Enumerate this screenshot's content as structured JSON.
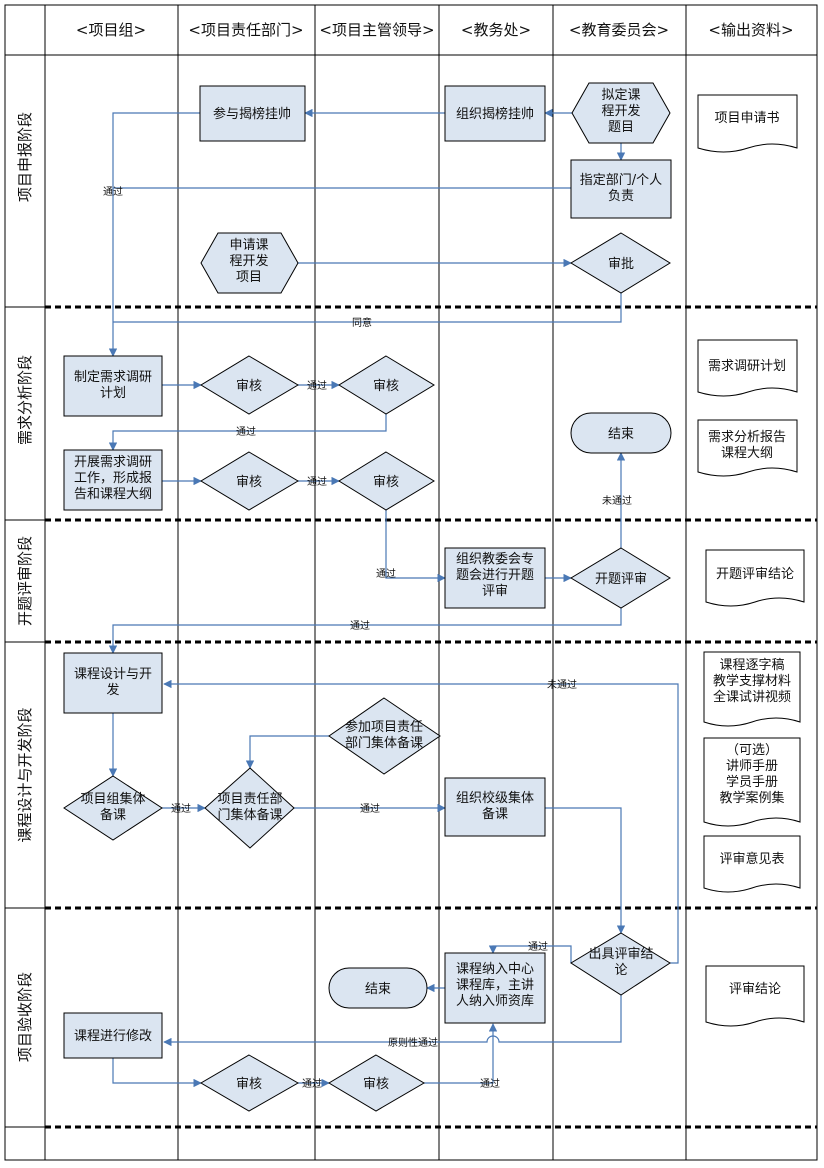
{
  "header": {
    "columns": [
      "<项目组>",
      "<项目责任部门>",
      "<项目主管领导>",
      "<教务处>",
      "<教育委员会>",
      "<输出资料>"
    ]
  },
  "stages": [
    "项目申报阶段",
    "需求分析阶段",
    "开题评审阶段",
    "课程设计与开发阶段",
    "项目验收阶段"
  ],
  "nodes": {
    "n_draft": [
      "拟定课",
      "程开发",
      "题目"
    ],
    "n_org_bid": [
      "组织揭榜挂帅"
    ],
    "n_join_bid": [
      "参与揭榜挂帅"
    ],
    "n_assign": [
      "指定部门/个人",
      "负责"
    ],
    "n_apply": [
      "申请课",
      "程开发",
      "项目"
    ],
    "n_approve": [
      "审批"
    ],
    "n_plan": [
      "制定需求调研",
      "计划"
    ],
    "n_rev1": [
      "审核"
    ],
    "n_rev2": [
      "审核"
    ],
    "n_end1": [
      "结束"
    ],
    "n_research": [
      "开展需求调研",
      "工作，形成报",
      "告和课程大纲"
    ],
    "n_rev3": [
      "审核"
    ],
    "n_rev4": [
      "审核"
    ],
    "n_org_review": [
      "组织教委会专",
      "题会进行开题",
      "评审"
    ],
    "n_kickoff": [
      "开题评审"
    ],
    "n_design": [
      "课程设计与开",
      "发"
    ],
    "n_dept_prep": [
      "参加项目责任",
      "部门集体备课"
    ],
    "n_team_prep": [
      "项目组集体",
      "备课"
    ],
    "n_dept_prep2": [
      "项目责任部",
      "门集体备课"
    ],
    "n_school_prep": [
      "组织校级集体",
      "备课"
    ],
    "n_conclusion": [
      "出具评审结",
      "论"
    ],
    "n_library": [
      "课程纳入中心",
      "课程库，主讲",
      "人纳入师资库"
    ],
    "n_end2": [
      "结束"
    ],
    "n_modify": [
      "课程进行修改"
    ],
    "n_rev5": [
      "审核"
    ],
    "n_rev6": [
      "审核"
    ]
  },
  "outputs": {
    "o1": [
      "项目申请书"
    ],
    "o2": [
      "需求调研计划"
    ],
    "o3": [
      "需求分析报告",
      "课程大纲"
    ],
    "o4": [
      "开题评审结论"
    ],
    "o5": [
      "课程逐字稿",
      "教学支撑材料",
      "全课试讲视频"
    ],
    "o6": [
      "（可选）",
      "讲师手册",
      "学员手册",
      "教学案例集"
    ],
    "o7": [
      "评审意见表"
    ],
    "o8": [
      "评审结论"
    ]
  },
  "edge_labels": {
    "pass_1": "通过",
    "agree": "同意",
    "pass_2": "通过",
    "pass_3": "通过",
    "pass_4": "通过",
    "fail_1": "未通过",
    "pass_5": "通过",
    "pass_6": "通过",
    "fail_2": "未通过",
    "pass_7": "通过",
    "pass_8": "通过",
    "pass_9": "通过",
    "principle_pass": "原则性通过",
    "pass_10": "通过",
    "pass_11": "通过"
  }
}
